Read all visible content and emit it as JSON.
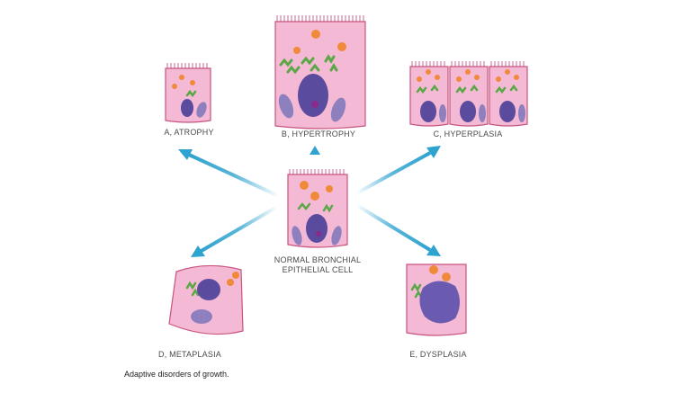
{
  "labels": {
    "atrophy": "A, ATROPHY",
    "hypertrophy": "B, HYPERTROPHY",
    "hyperplasia": "C, HYPERPLASIA",
    "normal_line1": "NORMAL BRONCHIAL",
    "normal_line2": "EPITHELIAL CELL",
    "metaplasia": "D, METAPLASIA",
    "dysplasia": "E, DYSPLASIA"
  },
  "caption": "Adaptive disorders of growth.",
  "colors": {
    "cell_fill": "#f4b9d4",
    "cell_border": "#c8547f",
    "cilia": "#c2457a",
    "nucleus": "#5b4b9e",
    "nucleolus": "#8a2a8a",
    "secretory_granule": "#f08a3a",
    "golgi": "#5aa845",
    "arrow": "#2ea3cf"
  }
}
